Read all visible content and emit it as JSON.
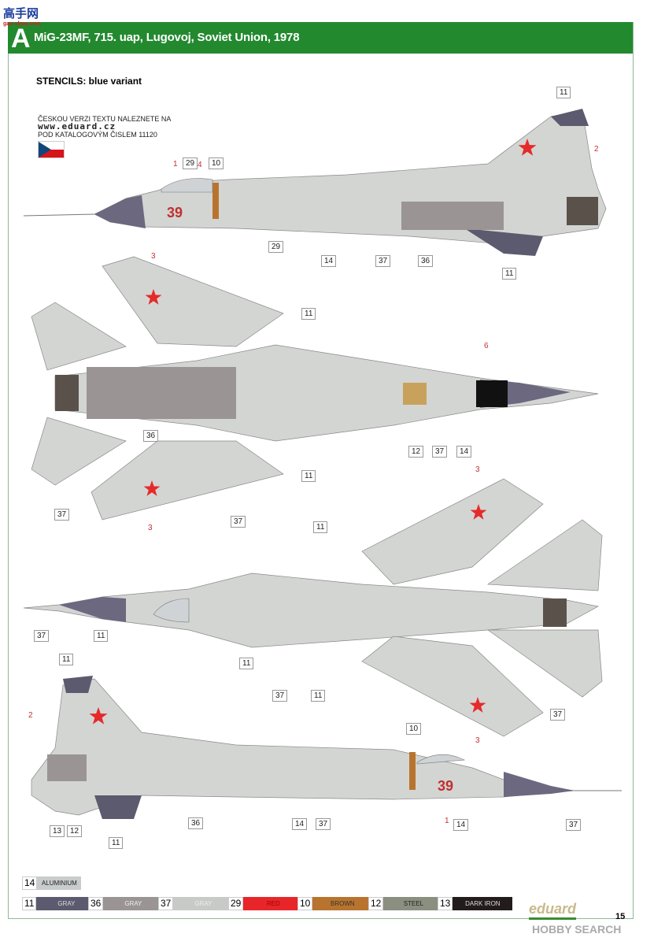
{
  "watermark_top": {
    "text": "高手网",
    "sub": "gao-shou.com"
  },
  "header": {
    "letter": "A",
    "title": "MiG-23MF, 715. uap, Lugovoj, Soviet Union, 1978"
  },
  "stencils": "STENCILS: blue variant",
  "czech_note": {
    "line1": "ČESKOU VERZI TEXTU NALEZNETE NA",
    "url": "www.eduard.cz",
    "line2": "POD KATALOGOVÝM ČISLEM 11120"
  },
  "decal_number": "39",
  "callouts": {
    "side_top": [
      "11",
      "2",
      "1",
      "29",
      "4",
      "10",
      "29",
      "14",
      "37",
      "36",
      "11"
    ],
    "top_view": [
      "3",
      "11",
      "6",
      "36",
      "12",
      "37",
      "14",
      "11",
      "37",
      "37",
      "3"
    ],
    "bottom_view": [
      "3",
      "11",
      "37",
      "11",
      "11",
      "37",
      "11",
      "37",
      "3"
    ],
    "side_bottom": [
      "11",
      "2",
      "10",
      "13",
      "12",
      "36",
      "14",
      "37",
      "1",
      "14",
      "37",
      "11"
    ]
  },
  "legend": [
    {
      "num": "14",
      "name": "ALUMINIUM",
      "color": "#c9cccc",
      "text": "#222"
    },
    {
      "num": "11",
      "name": "GRAY",
      "color": "#5c5a6e",
      "text": "#ddd"
    },
    {
      "num": "36",
      "name": "GRAY",
      "color": "#9a9494",
      "text": "#eee"
    },
    {
      "num": "37",
      "name": "GRAY",
      "color": "#c8cac8",
      "text": "#eee"
    },
    {
      "num": "29",
      "name": "RED",
      "color": "#e8262a",
      "text": "#900"
    },
    {
      "num": "10",
      "name": "BROWN",
      "color": "#b8742e",
      "text": "#333"
    },
    {
      "num": "12",
      "name": "STEEL",
      "color": "#8a8f80",
      "text": "#222"
    },
    {
      "num": "13",
      "name": "DARK IRON",
      "color": "#231c1c",
      "text": "#ddd"
    }
  ],
  "brand": "eduard",
  "page_number": "15",
  "watermark_bottom": "HOBBY SEARCH",
  "colors": {
    "header_green": "#23892f",
    "star_red": "#e52a2a",
    "nose_gray": "#6b6880",
    "airframe_gray": "#d3d5d3"
  }
}
